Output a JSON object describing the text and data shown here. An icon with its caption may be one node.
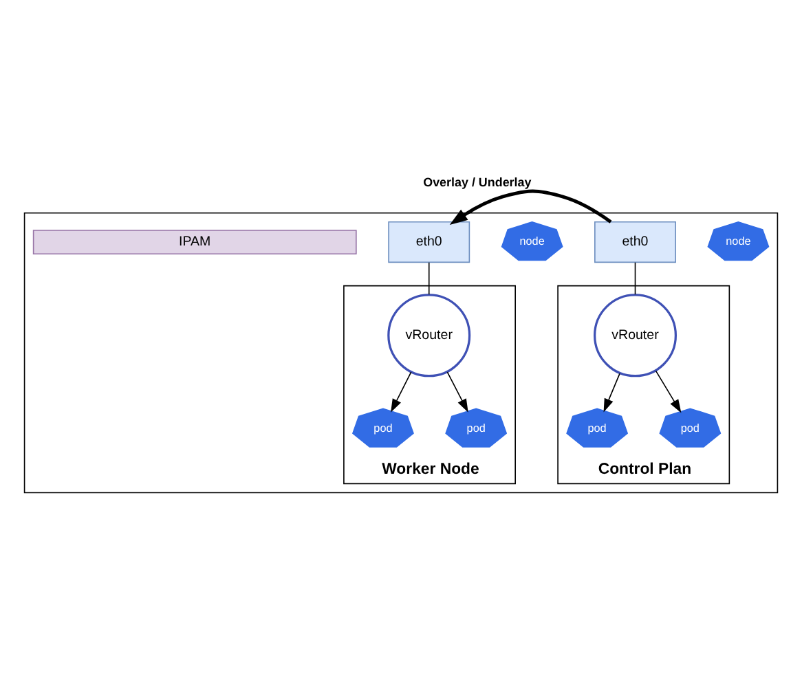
{
  "diagram": {
    "nodes": [
      {
        "text": [],
        "shape": "box"
      },
      {
        "text": [
          "Control Plan"
        ],
        "in": 0
      },
      {
        "text": [
          "node"
        ],
        "in": 0
      },
      {
        "text": [
          "eth0"
        ],
        "in": 0
      },
      {
        "text": [
          "vRouter"
        ],
        "in": 1
      },
      {
        "text": [
          "pod"
        ],
        "in": 1
      },
      {
        "text": [
          "pod"
        ],
        "in": 1
      },
      {
        "text": [
          "Worker Node"
        ],
        "in": 0
      },
      {
        "text": [
          "node"
        ],
        "in": 0
      },
      {
        "text": [
          "eth0"
        ],
        "in": 0
      },
      {
        "text": [
          "vRouter"
        ],
        "in": 7
      },
      {
        "text": [
          "pod"
        ],
        "in": 7
      },
      {
        "text": [
          "pod"
        ],
        "in": 7
      },
      {
        "text": [
          "IPAM"
        ],
        "in": 0
      }
    ],
    "edges": [
      {
        "from": 3,
        "to": 9,
        "arrow": "to",
        "label": "Overlay / Underlay",
        "style": "thick"
      },
      {
        "from": 3,
        "to": 4,
        "arrow": "none"
      },
      {
        "from": 9,
        "to": 10,
        "arrow": "none"
      },
      {
        "from": 4,
        "to": 5,
        "arrow": "to"
      },
      {
        "from": 4,
        "to": 6,
        "arrow": "to"
      },
      {
        "from": 10,
        "to": 11,
        "arrow": "to"
      },
      {
        "from": 10,
        "to": 12,
        "arrow": "to"
      }
    ]
  }
}
